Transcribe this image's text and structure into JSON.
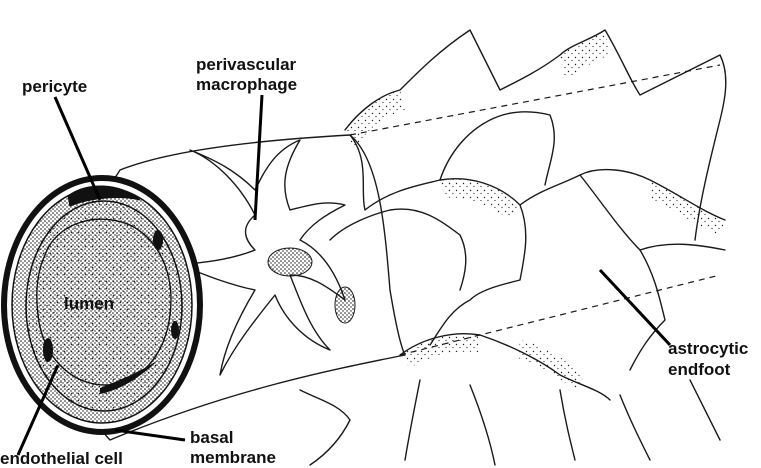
{
  "labels": {
    "pericyte": "pericyte",
    "macrophage_line1": "perivascular",
    "macrophage_line2": "macrophage",
    "lumen": "lumen",
    "astro_line1": "astrocytic",
    "astro_line2": "endfoot",
    "endothelial": "endothelial cell",
    "basal_line1": "basal",
    "basal_line2": "membrane"
  },
  "colors": {
    "ink": "#1a1a1a",
    "background": "#ffffff"
  }
}
